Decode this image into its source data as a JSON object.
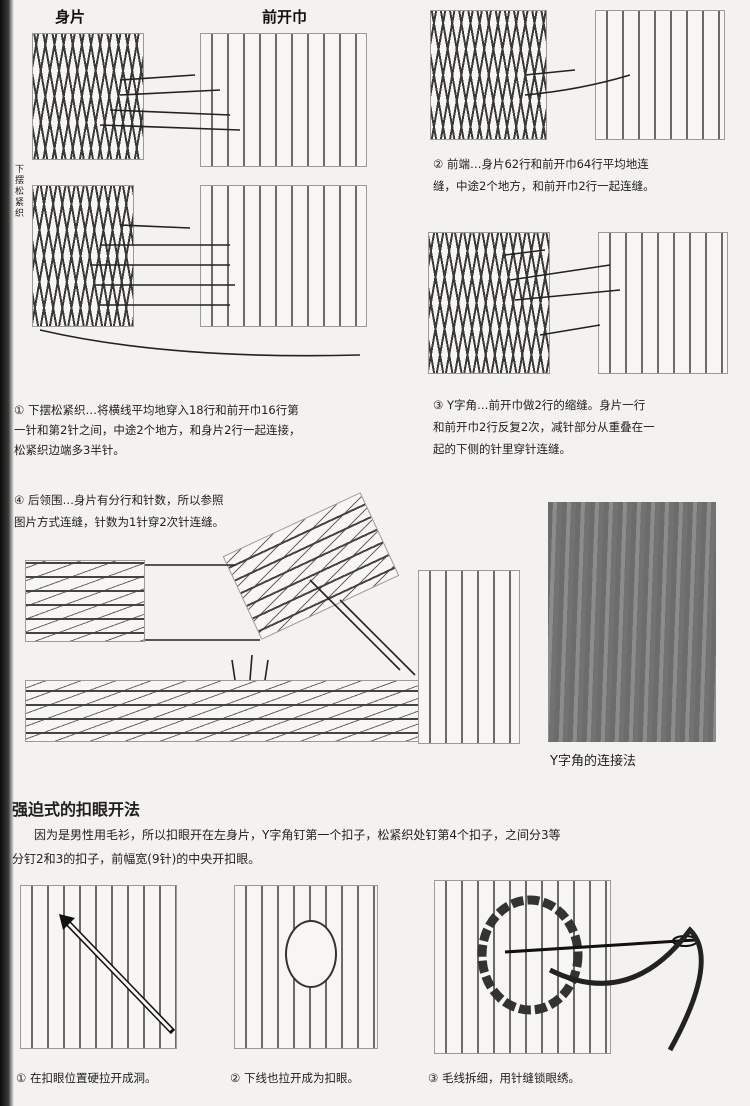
{
  "labels": {
    "body_piece": "身片",
    "front_band": "前开巾",
    "side_vertical": "下摆松紧织"
  },
  "captions": {
    "c1_line1": "① 下摆松紧织…将横线平均地穿入18行和前开巾16行第",
    "c1_line2": "一针和第2针之间，中途2个地方，和身片2行一起连接，",
    "c1_line3": "松紧织边端多3半针。",
    "c2_line1": "② 前端…身片62行和前开巾64行平均地连",
    "c2_line2": "缝，中途2个地方，和前开巾2行一起连缝。",
    "c3_line1": "③ Y字角…前开巾做2行的缩缝。身片一行",
    "c3_line2": "和前开巾2行反复2次，减针部分从重叠在一",
    "c3_line3": "起的下侧的针里穿针连缝。",
    "c4_line1": "④ 后领围…身片有分行和针数，所以参照",
    "c4_line2": "图片方式连缝，针数为1针穿2次针连缝。",
    "photo_caption": "Y字角的连接法"
  },
  "section": {
    "title": "强迫式的扣眼开法",
    "para_line1": "因为是男性用毛衫，所以扣眼开在左身片，Y字角钉第一个扣子，松紧织处钉第4个扣子，之间分3等",
    "para_line2": "分钉2和3的扣子，前幅宽(9针)的中央开扣眼。"
  },
  "steps": {
    "s1": "① 在扣眼位置硬拉开成洞。",
    "s2": "② 下线也拉开成为扣眼。",
    "s3": "③ 毛线拆细，用针缝锁眼绣。"
  }
}
